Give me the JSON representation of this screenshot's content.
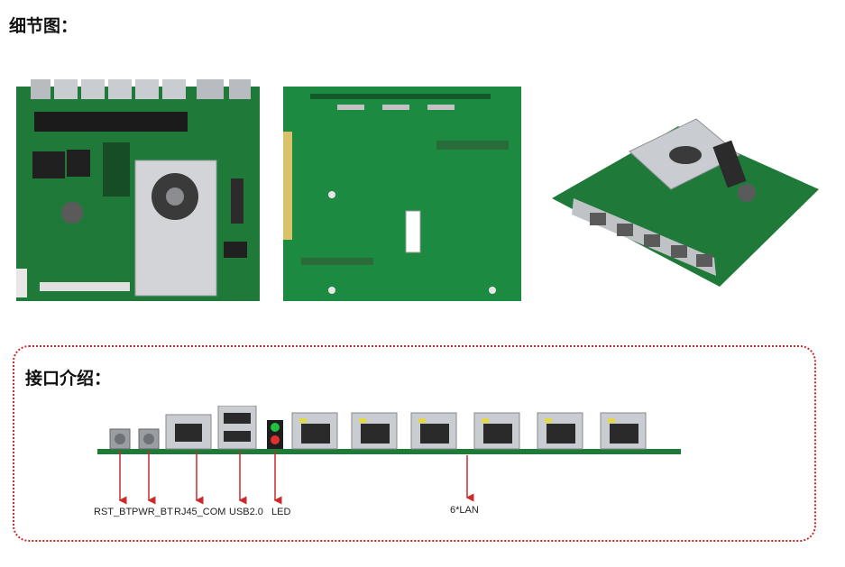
{
  "header": {
    "title": "细节图："
  },
  "photos": {
    "top_view": "motherboard-top-view",
    "bottom_view": "motherboard-bottom-view",
    "angled_view": "motherboard-angled-view"
  },
  "interfaces": {
    "title": "接口介绍：",
    "labels": {
      "rst": "RST_BT",
      "pwr": "PWR_BT",
      "rj45": "RJ45_COM",
      "usb": "USB2.0",
      "led": "LED",
      "lan": "6*LAN"
    }
  },
  "colors": {
    "pcb": "#1f7a3a",
    "accent": "#cc2a2a",
    "heatsink": "#c9ccd0"
  }
}
